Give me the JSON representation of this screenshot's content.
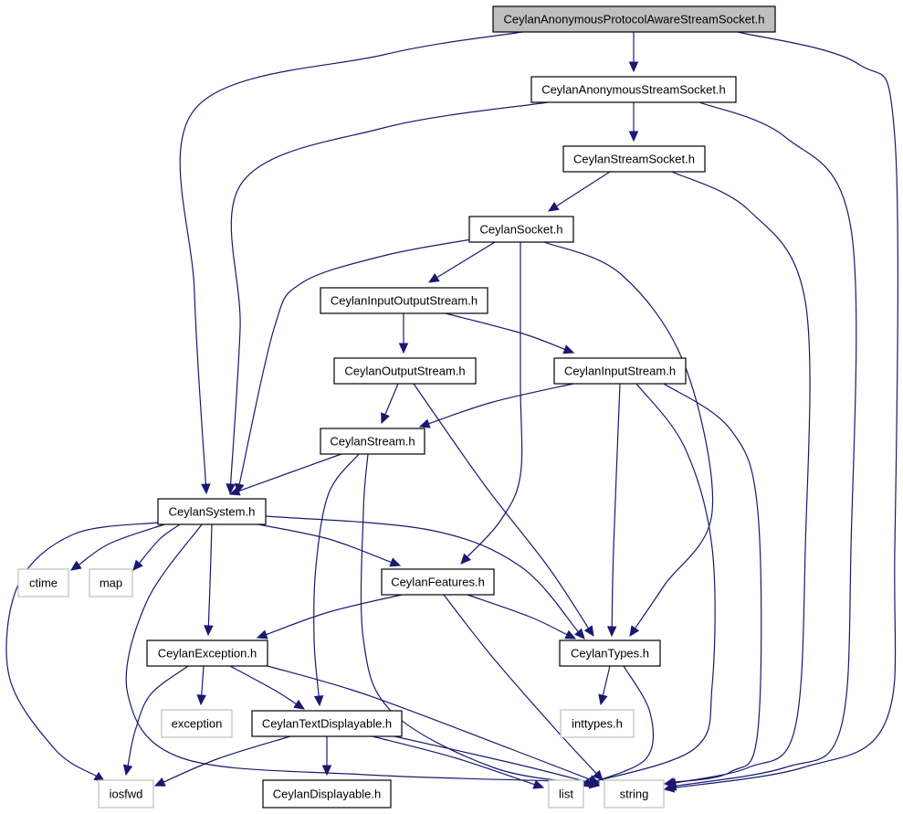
{
  "nodes": [
    {
      "id": "root",
      "label": "CeylanAnonymousProtocolAwareStreamSocket.h",
      "kind": "root"
    },
    {
      "id": "anon",
      "label": "CeylanAnonymousStreamSocket.h",
      "kind": "documented"
    },
    {
      "id": "streamsock",
      "label": "CeylanStreamSocket.h",
      "kind": "documented"
    },
    {
      "id": "socket",
      "label": "CeylanSocket.h",
      "kind": "documented"
    },
    {
      "id": "ioStream",
      "label": "CeylanInputOutputStream.h",
      "kind": "documented"
    },
    {
      "id": "outStream",
      "label": "CeylanOutputStream.h",
      "kind": "documented"
    },
    {
      "id": "inStream",
      "label": "CeylanInputStream.h",
      "kind": "documented"
    },
    {
      "id": "stream",
      "label": "CeylanStream.h",
      "kind": "documented"
    },
    {
      "id": "system",
      "label": "CeylanSystem.h",
      "kind": "documented"
    },
    {
      "id": "ctime",
      "label": "ctime",
      "kind": "external"
    },
    {
      "id": "map",
      "label": "map",
      "kind": "external"
    },
    {
      "id": "features",
      "label": "CeylanFeatures.h",
      "kind": "documented"
    },
    {
      "id": "exception",
      "label": "CeylanException.h",
      "kind": "documented"
    },
    {
      "id": "types",
      "label": "CeylanTypes.h",
      "kind": "documented"
    },
    {
      "id": "stdexception",
      "label": "exception",
      "kind": "external"
    },
    {
      "id": "textdisp",
      "label": "CeylanTextDisplayable.h",
      "kind": "documented"
    },
    {
      "id": "inttypes",
      "label": "inttypes.h",
      "kind": "external"
    },
    {
      "id": "iosfwd",
      "label": "iosfwd",
      "kind": "external"
    },
    {
      "id": "disp",
      "label": "CeylanDisplayable.h",
      "kind": "documented"
    },
    {
      "id": "list",
      "label": "list",
      "kind": "external"
    },
    {
      "id": "string",
      "label": "string",
      "kind": "external"
    }
  ],
  "edges": [
    [
      "root",
      "anon"
    ],
    [
      "root",
      "system"
    ],
    [
      "root",
      "string"
    ],
    [
      "anon",
      "streamsock"
    ],
    [
      "anon",
      "system"
    ],
    [
      "anon",
      "string"
    ],
    [
      "streamsock",
      "socket"
    ],
    [
      "streamsock",
      "string"
    ],
    [
      "socket",
      "ioStream"
    ],
    [
      "socket",
      "system"
    ],
    [
      "socket",
      "features"
    ],
    [
      "socket",
      "types"
    ],
    [
      "ioStream",
      "outStream"
    ],
    [
      "ioStream",
      "inStream"
    ],
    [
      "outStream",
      "stream"
    ],
    [
      "outStream",
      "types"
    ],
    [
      "inStream",
      "stream"
    ],
    [
      "inStream",
      "types"
    ],
    [
      "inStream",
      "list"
    ],
    [
      "inStream",
      "string"
    ],
    [
      "stream",
      "system"
    ],
    [
      "stream",
      "textdisp"
    ],
    [
      "stream",
      "string"
    ],
    [
      "system",
      "ctime"
    ],
    [
      "system",
      "map"
    ],
    [
      "system",
      "features"
    ],
    [
      "system",
      "exception"
    ],
    [
      "system",
      "types"
    ],
    [
      "system",
      "iosfwd"
    ],
    [
      "system",
      "string"
    ],
    [
      "features",
      "exception"
    ],
    [
      "features",
      "types"
    ],
    [
      "features",
      "string"
    ],
    [
      "exception",
      "stdexception"
    ],
    [
      "exception",
      "textdisp"
    ],
    [
      "exception",
      "iosfwd"
    ],
    [
      "exception",
      "string"
    ],
    [
      "types",
      "inttypes"
    ],
    [
      "types",
      "list"
    ],
    [
      "textdisp",
      "disp"
    ],
    [
      "textdisp",
      "iosfwd"
    ],
    [
      "textdisp",
      "list"
    ],
    [
      "textdisp",
      "string"
    ]
  ],
  "colors": {
    "edge": "#191970",
    "root_fill": "#bfbfbf",
    "node_border": "#000000",
    "external_border": "#bfbfbf",
    "node_fill": "#ffffff"
  }
}
